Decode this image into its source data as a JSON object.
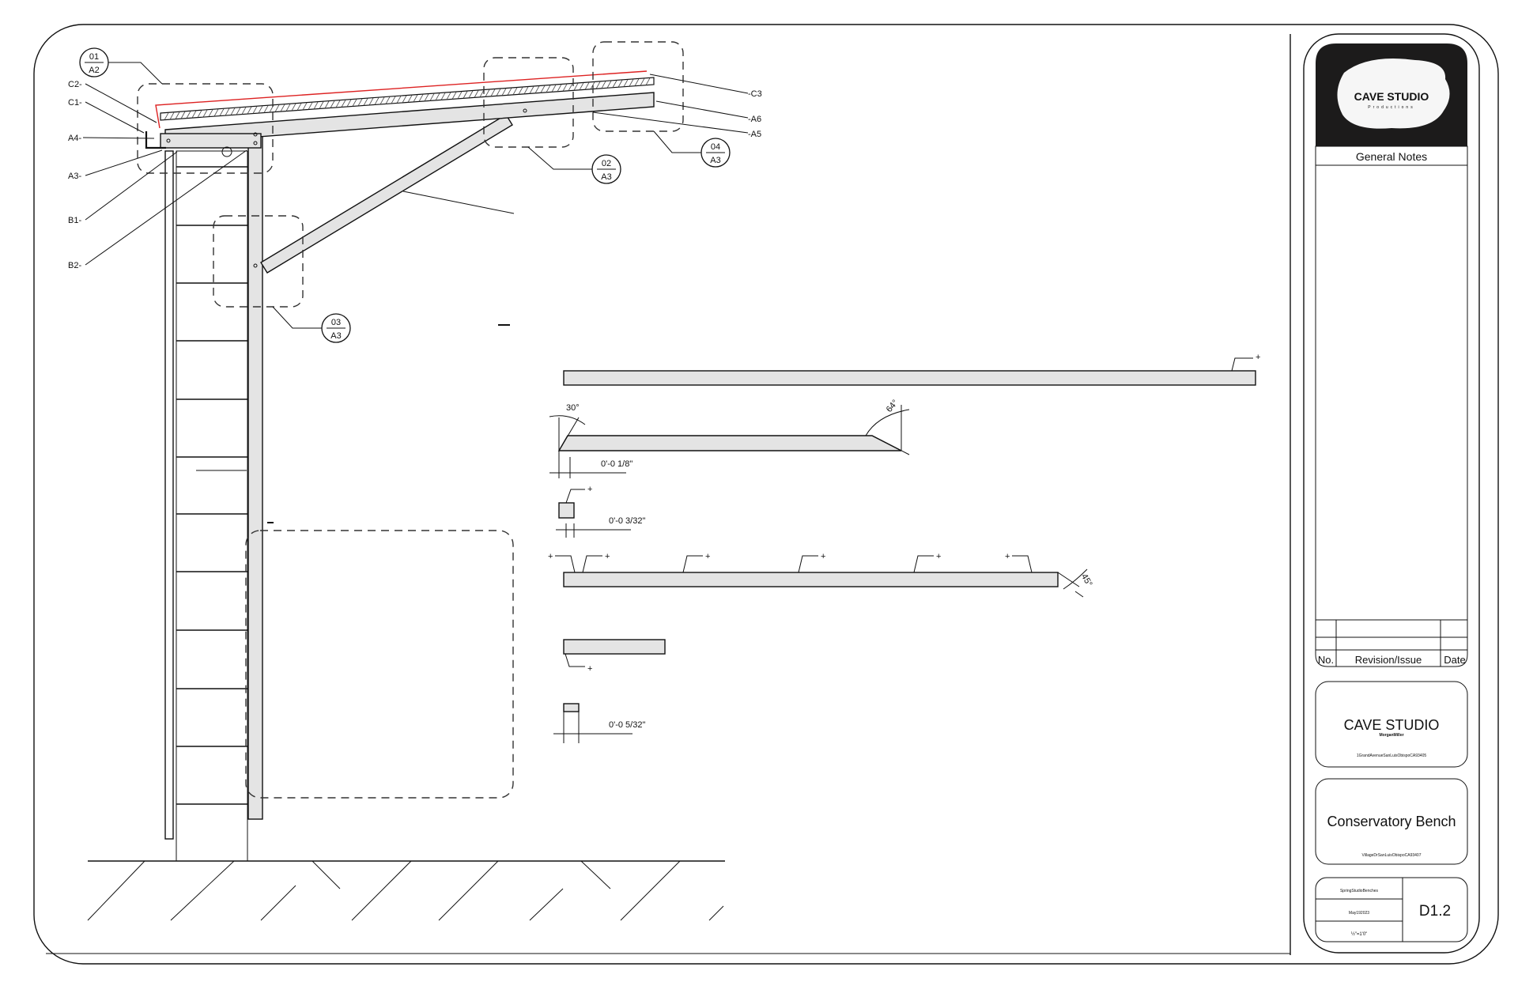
{
  "title_block": {
    "logo": {
      "name": "CAVE STUDIO",
      "sub": "Productions"
    },
    "general_notes_label": "General Notes",
    "revision_headers": {
      "no": "No.",
      "revision": "Revision/Issue",
      "date": "Date"
    },
    "firm": {
      "name": "CAVE STUDIO",
      "person": "MorganMiller",
      "address": "1GrandAvenueSanLuisObispoCA93405"
    },
    "project": {
      "name": "Conservatory Bench",
      "address": "VillageDrSanLuisObispoCA93407"
    },
    "sheet": {
      "set": "SpringStudioBenches",
      "date": "May192023",
      "scale": "½\"=1'0\"",
      "number": "D1.2"
    }
  },
  "drawing": {
    "callouts": [
      {
        "top": "01",
        "bottom": "A2"
      },
      {
        "top": "02",
        "bottom": "A3"
      },
      {
        "top": "03",
        "bottom": "A3"
      },
      {
        "top": "04",
        "bottom": "A3"
      }
    ],
    "left_tags": [
      "C2-",
      "C1-",
      "A4-",
      "A3-",
      "B1-",
      "B2-"
    ],
    "right_tags": [
      "-C3",
      "-A6",
      "-A5"
    ]
  },
  "parts": {
    "angles": {
      "a1": "30°",
      "a2": "64°",
      "a3": "45°"
    },
    "dims": {
      "d1": "0'-0 1/8\"",
      "d2": "0'-0 3/32\"",
      "d3": "0'-0 5/32\""
    },
    "leader_mark": "+"
  }
}
